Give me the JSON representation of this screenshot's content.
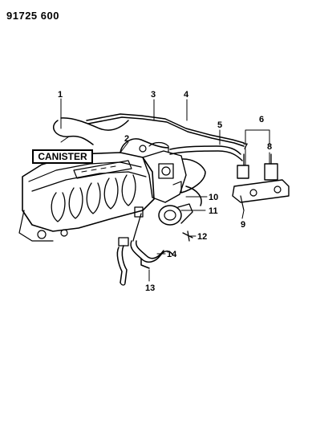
{
  "document_id": "91725 600",
  "canister_label": "CANISTER",
  "callouts": [
    "1",
    "2",
    "3",
    "4",
    "5",
    "6",
    "7",
    "8",
    "9",
    "10",
    "11",
    "12",
    "13",
    "14"
  ]
}
